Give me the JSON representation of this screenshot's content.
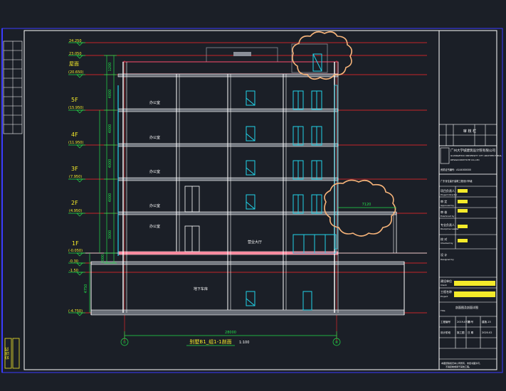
{
  "drawing": {
    "title": "别墅B1_组1-1剖面",
    "scale": "1:100"
  },
  "elevations": [
    {
      "label": "24.250",
      "kind": "value"
    },
    {
      "label": "23.050",
      "kind": "value"
    },
    {
      "label": "屋面",
      "kind": "floor"
    },
    {
      "label": "(20.650)",
      "kind": "value"
    },
    {
      "label": "5F",
      "kind": "floor"
    },
    {
      "label": "(15.950)",
      "kind": "value"
    },
    {
      "label": "4F",
      "kind": "floor"
    },
    {
      "label": "(11.950)",
      "kind": "value"
    },
    {
      "label": "3F",
      "kind": "floor"
    },
    {
      "label": "(7.950)",
      "kind": "value"
    },
    {
      "label": "2F",
      "kind": "floor"
    },
    {
      "label": "(4.950)",
      "kind": "value"
    },
    {
      "label": "1F",
      "kind": "floor"
    },
    {
      "label": "(-0.050)",
      "kind": "value"
    },
    {
      "label": "-0.30",
      "kind": "value"
    },
    {
      "label": "-1.50",
      "kind": "value"
    },
    {
      "label": "(-4.750)",
      "kind": "value"
    }
  ],
  "rooms": [
    {
      "label": "办公室"
    },
    {
      "label": "办公室"
    },
    {
      "label": "办公室"
    },
    {
      "label": "办公室"
    },
    {
      "label": "办公室"
    },
    {
      "label": "营业大厅"
    },
    {
      "label": "地下车库"
    }
  ],
  "dimensions": {
    "overall_width": "28000",
    "canopy_width": "7120",
    "axis_left": "①",
    "axis_right": "⑧",
    "vertical": [
      "1200",
      "4000",
      "4000",
      "4000",
      "4000",
      "3000",
      "1000",
      "4750"
    ]
  },
  "title_block": {
    "design_firm": "广州大学城建筑设计院有限公司",
    "firm_english_1": "GUANGZHOU UNIVERSITY CITY ARCHITECTURAL",
    "firm_english_2": "DESIGN INSTITUTE CO.,LTD",
    "license": "资质证书编号：A144000000",
    "approval": "广东省住建厅建筑工程设计甲级",
    "check_label": "审 核 栏",
    "fields": [
      {
        "label": "项目负责人",
        "sub": "Project Director"
      },
      {
        "label": "审 定",
        "sub": "Approved by"
      },
      {
        "label": "审 核",
        "sub": "Examined by"
      },
      {
        "label": "专业负责人",
        "sub": "Discipline Leader"
      },
      {
        "label": "校 对",
        "sub": "Checked by"
      },
      {
        "label": "设 计",
        "sub": "Designed by"
      }
    ],
    "client_label": "建设单位",
    "client_sub": "Client",
    "project_label": "工程名称",
    "project_sub": "Project",
    "drawing_name": "剖面图及剖面详图",
    "drawing_title_sub": "Title",
    "job_no_label": "工程编号",
    "job_no": "2019-0725",
    "drawing_no_label": "图 号",
    "drawing_no": "建施-15",
    "stage_label": "设计阶段",
    "stage": "施工图",
    "date_label": "日 期",
    "date": "2020.02",
    "note_1": "本图纸版权归本公司所有，未经书面许可，",
    "note_2": "不得复制或用于其他工程。"
  },
  "left_stamp": {
    "label": "会签栏"
  },
  "colors": {
    "background": "#1b1f27",
    "frame": "#ffffff",
    "level_line": "#ff2a2a",
    "dimension": "#22e04a",
    "window": "#22d3e8",
    "revision_cloud": "#f7b47a",
    "highlight": "#f4ea2a",
    "roof_parapet": "#ff4d6d"
  }
}
